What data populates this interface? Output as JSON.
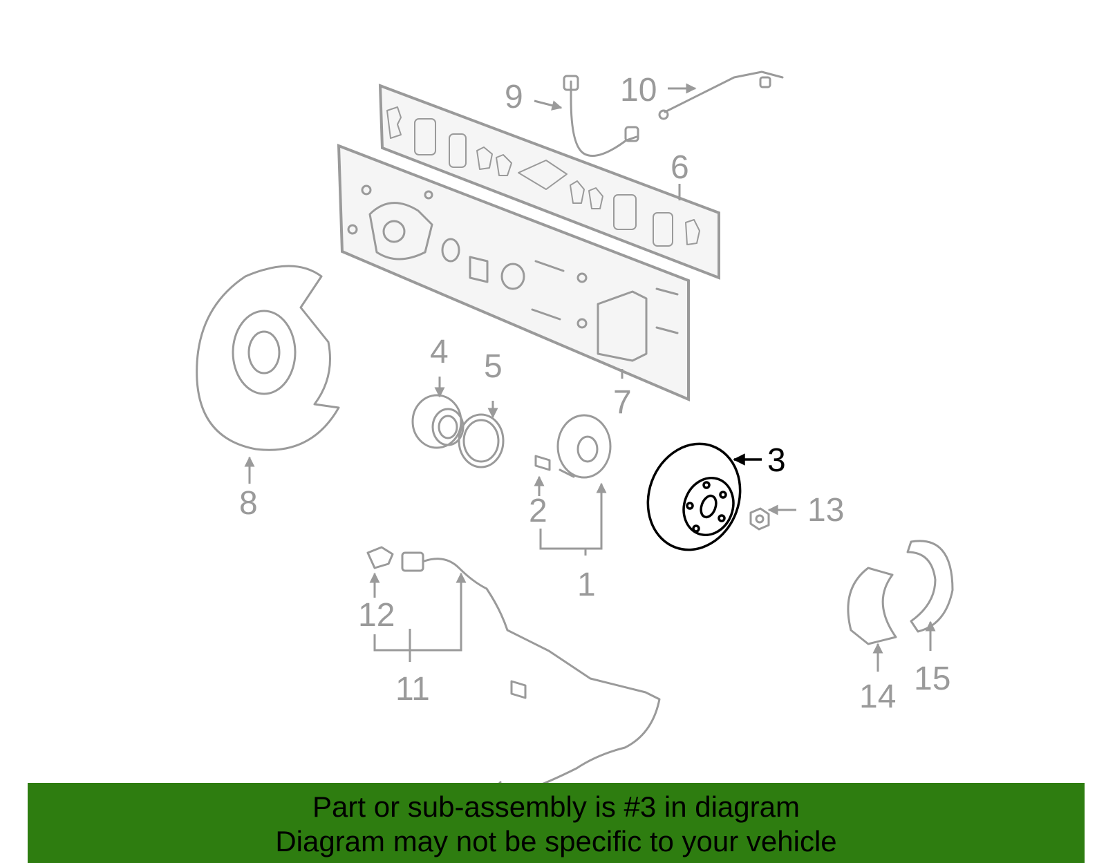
{
  "diagram": {
    "selected_part": "3",
    "callouts": {
      "c1": "1",
      "c2": "2",
      "c3": "3",
      "c4": "4",
      "c5": "5",
      "c6": "6",
      "c7": "7",
      "c8": "8",
      "c9": "9",
      "c10": "10",
      "c11": "11",
      "c12": "12",
      "c13": "13",
      "c14": "14",
      "c15": "15"
    }
  },
  "banner": {
    "line1": "Part or sub-assembly is #3 in diagram",
    "line2": "Diagram may not be specific to your vehicle",
    "color": "#2e7d10"
  },
  "colors": {
    "parts": "#9a9a9a",
    "selected": "#000000"
  }
}
